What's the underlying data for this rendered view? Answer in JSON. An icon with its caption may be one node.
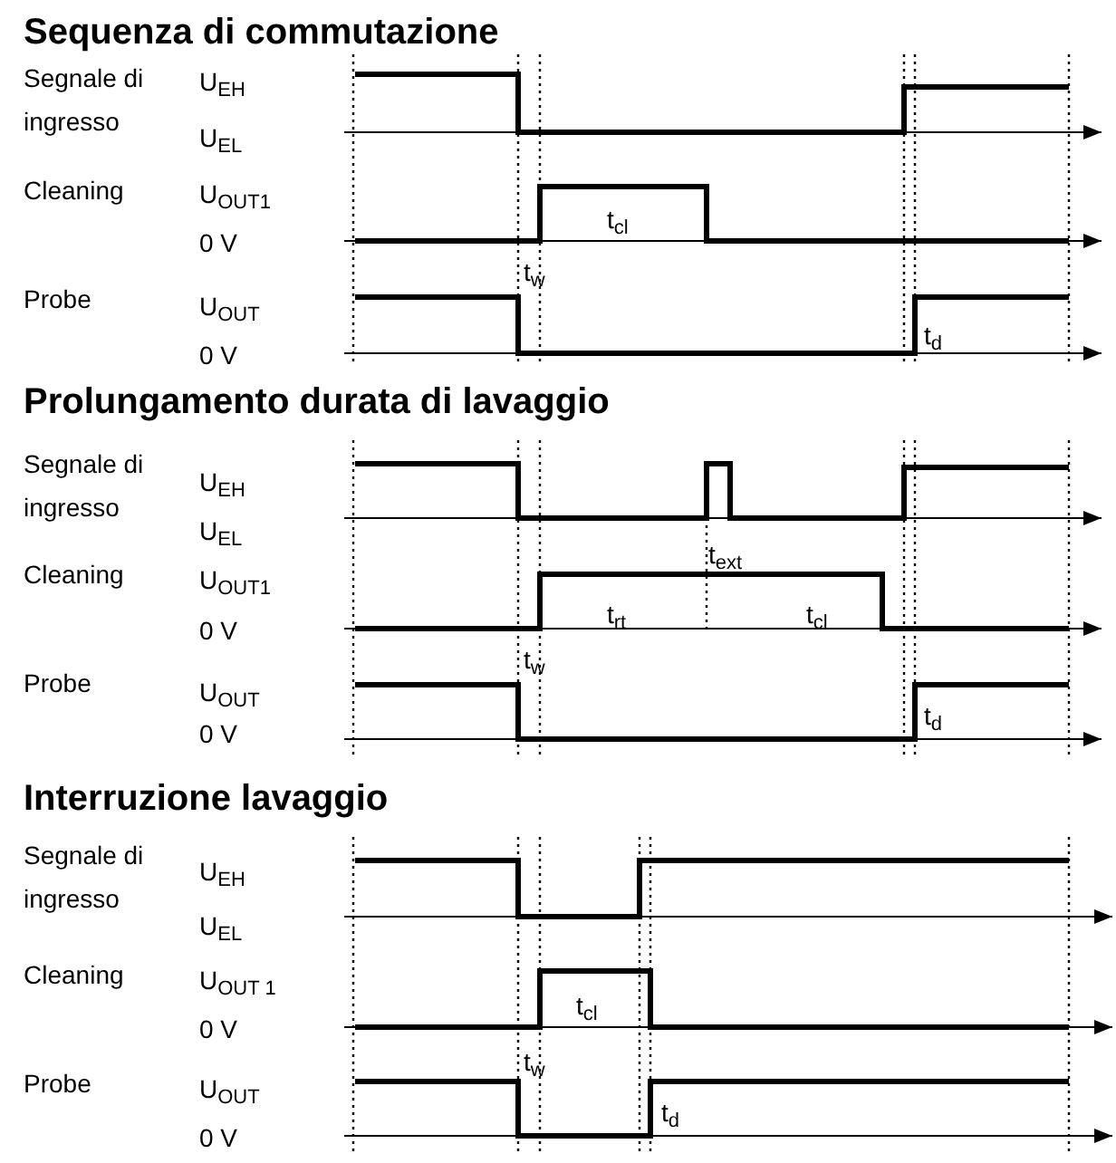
{
  "diagram": {
    "labels": [
      "Sequenza di commutazione",
      "Segnale di ingresso",
      "U$_{EH}$",
      "U$_{EL}$",
      "Cleaning",
      "U$_{OUT1}$",
      "t$_{cl}$",
      "0 V",
      "t$_{w}$",
      "Probe",
      "U$_{OUT}$",
      "0 V",
      "t$_{d}$",
      "Prolungamento durata di lavaggio",
      "Segnale di ingresso",
      "U$_{EH}$",
      "U$_{EL}$",
      "t$_{ext}$",
      "Cleaning",
      "U$_{OUT1}$",
      "t$_{rt}$",
      "t$_{cl}$",
      "0 V",
      "t$_{w}$",
      "Probe",
      "U$_{OUT}$",
      "0 V",
      "t$_{d}$",
      "Interruzione lavaggio",
      "Segnale di ingresso",
      "U$_{EH}$",
      "U$_{EL}$",
      "Cleaning",
      "U$_{OUT 1}$",
      "t$_{cl}$",
      "0 V",
      "t$_{w}$",
      "Probe",
      "U$_{OUT}$",
      "t$_{d}$",
      "0 V"
    ]
  }
}
